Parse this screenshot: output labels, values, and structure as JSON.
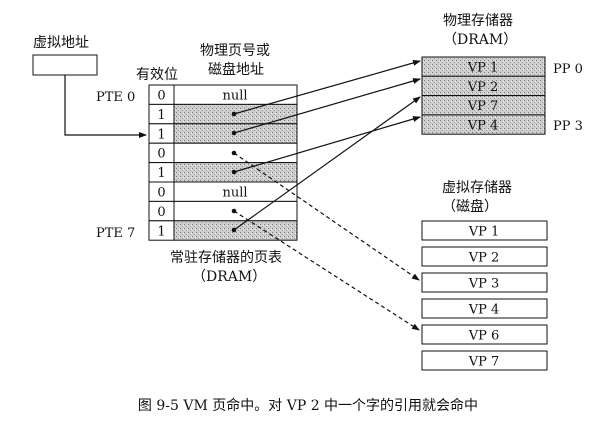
{
  "virtual_address": {
    "label": "虚拟地址"
  },
  "page_table": {
    "valid_header": "有效位",
    "addr_header_line1": "物理页号或",
    "addr_header_line2": "磁盘地址",
    "first_label": "PTE 0",
    "last_label": "PTE 7",
    "caption_line1": "常驻存储器的页表",
    "caption_line2": "（DRAM）",
    "rows": [
      {
        "valid": "0",
        "addr": "null",
        "cached": false
      },
      {
        "valid": "1",
        "addr": "",
        "cached": true
      },
      {
        "valid": "1",
        "addr": "",
        "cached": true
      },
      {
        "valid": "0",
        "addr": "",
        "cached": false
      },
      {
        "valid": "1",
        "addr": "",
        "cached": true
      },
      {
        "valid": "0",
        "addr": "null",
        "cached": false
      },
      {
        "valid": "0",
        "addr": "",
        "cached": false
      },
      {
        "valid": "1",
        "addr": "",
        "cached": true
      }
    ]
  },
  "physical_memory": {
    "title": "物理存储器",
    "subtitle": "（DRAM）",
    "pages": [
      "VP 1",
      "VP 2",
      "VP 7",
      "VP 4"
    ],
    "first_label": "PP 0",
    "last_label": "PP 3"
  },
  "virtual_memory": {
    "title": "虚拟存储器",
    "subtitle": "（磁盘）",
    "pages": [
      "VP 1",
      "VP 2",
      "VP 3",
      "VP 4",
      "VP 6",
      "VP 7"
    ]
  },
  "caption": "图 9-5   VM 页命中。对 VP 2 中一个字的引用就会命中",
  "colors": {
    "shade": "#c8c8c8",
    "line": "#111111"
  }
}
